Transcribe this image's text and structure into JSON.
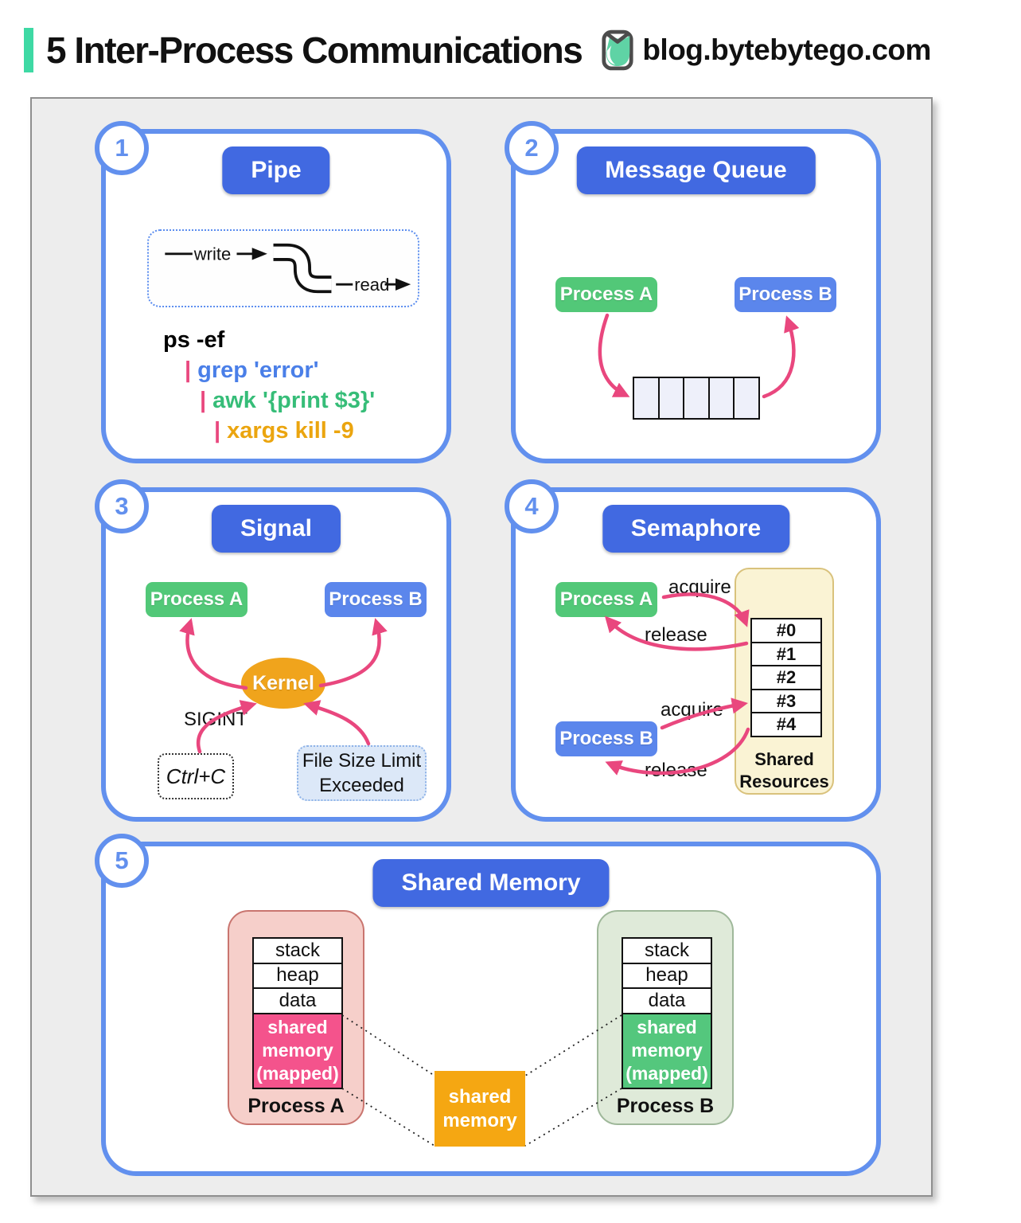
{
  "header": {
    "title": "5 Inter-Process Communications",
    "site": "blog.bytebytego.com"
  },
  "colors": {
    "accent_teal": "#3ed9a4",
    "title_blue": "#4169e1",
    "panel_border": "#6290ee",
    "process_a_green": "#52c878",
    "process_b_blue": "#5b86ec",
    "arrow_pink": "#e9477e",
    "kernel_orange": "#f0a41c",
    "shared_mem_orange": "#f5a712",
    "mapped_pink": "#f4538c",
    "mapped_green": "#54c77d",
    "code_blue": "#4a7fe8",
    "code_green": "#36bd78",
    "code_orange": "#eba50f"
  },
  "panels": [
    {
      "number": "1",
      "title": "Pipe",
      "pipe_diagram": {
        "write_label": "write",
        "read_label": "read"
      },
      "code": {
        "line1": "ps -ef",
        "pipe": "|",
        "line2": "grep 'error'",
        "line3": "awk '{print $3}'",
        "line4": "xargs kill -9"
      }
    },
    {
      "number": "2",
      "title": "Message Queue",
      "process_a": "Process A",
      "process_b": "Process B"
    },
    {
      "number": "3",
      "title": "Signal",
      "process_a": "Process A",
      "process_b": "Process B",
      "kernel": "Kernel",
      "sigint": "SIGINT",
      "ctrl_c": "Ctrl+C",
      "file_size_limit": "File Size Limit Exceeded"
    },
    {
      "number": "4",
      "title": "Semaphore",
      "process_a": "Process A",
      "process_b": "Process B",
      "acquire": "acquire",
      "release": "release",
      "resources": [
        "#0",
        "#1",
        "#2",
        "#3",
        "#4"
      ],
      "resources_label": "Shared Resources"
    },
    {
      "number": "5",
      "title": "Shared Memory",
      "process_a": "Process A",
      "process_b": "Process B",
      "segments": [
        "stack",
        "heap",
        "data"
      ],
      "mapped_label": "shared memory (mapped)",
      "center_label": "shared memory"
    }
  ]
}
